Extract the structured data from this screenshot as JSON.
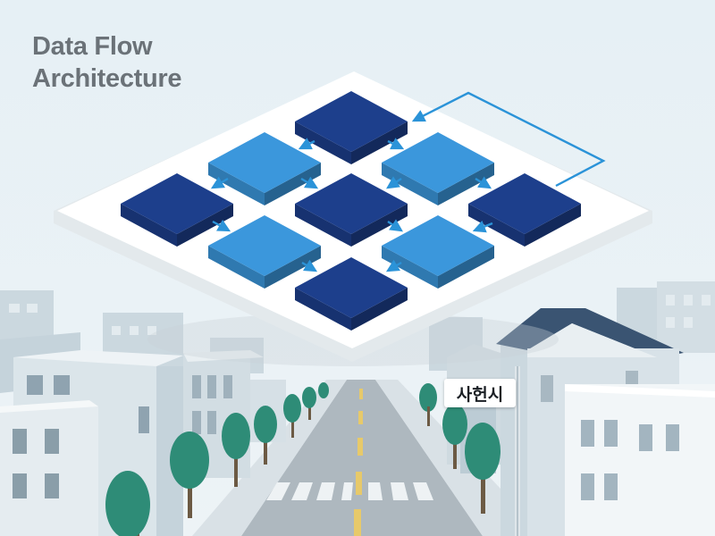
{
  "title": {
    "line1": "Data Flow",
    "line2": "Architecture"
  },
  "street_sign": {
    "text": "사헌시"
  },
  "colors": {
    "background": "#e9f2f6",
    "platform": "#ffffff",
    "node_dark": "#1d3f8c",
    "node_light": "#3b97dc",
    "arrow": "#2b93d8",
    "road": "#a9b3bb",
    "tree": "#2e8c77",
    "title_text": "#6b7278"
  },
  "diagram": {
    "node_count": 9,
    "connection_count": 12
  }
}
